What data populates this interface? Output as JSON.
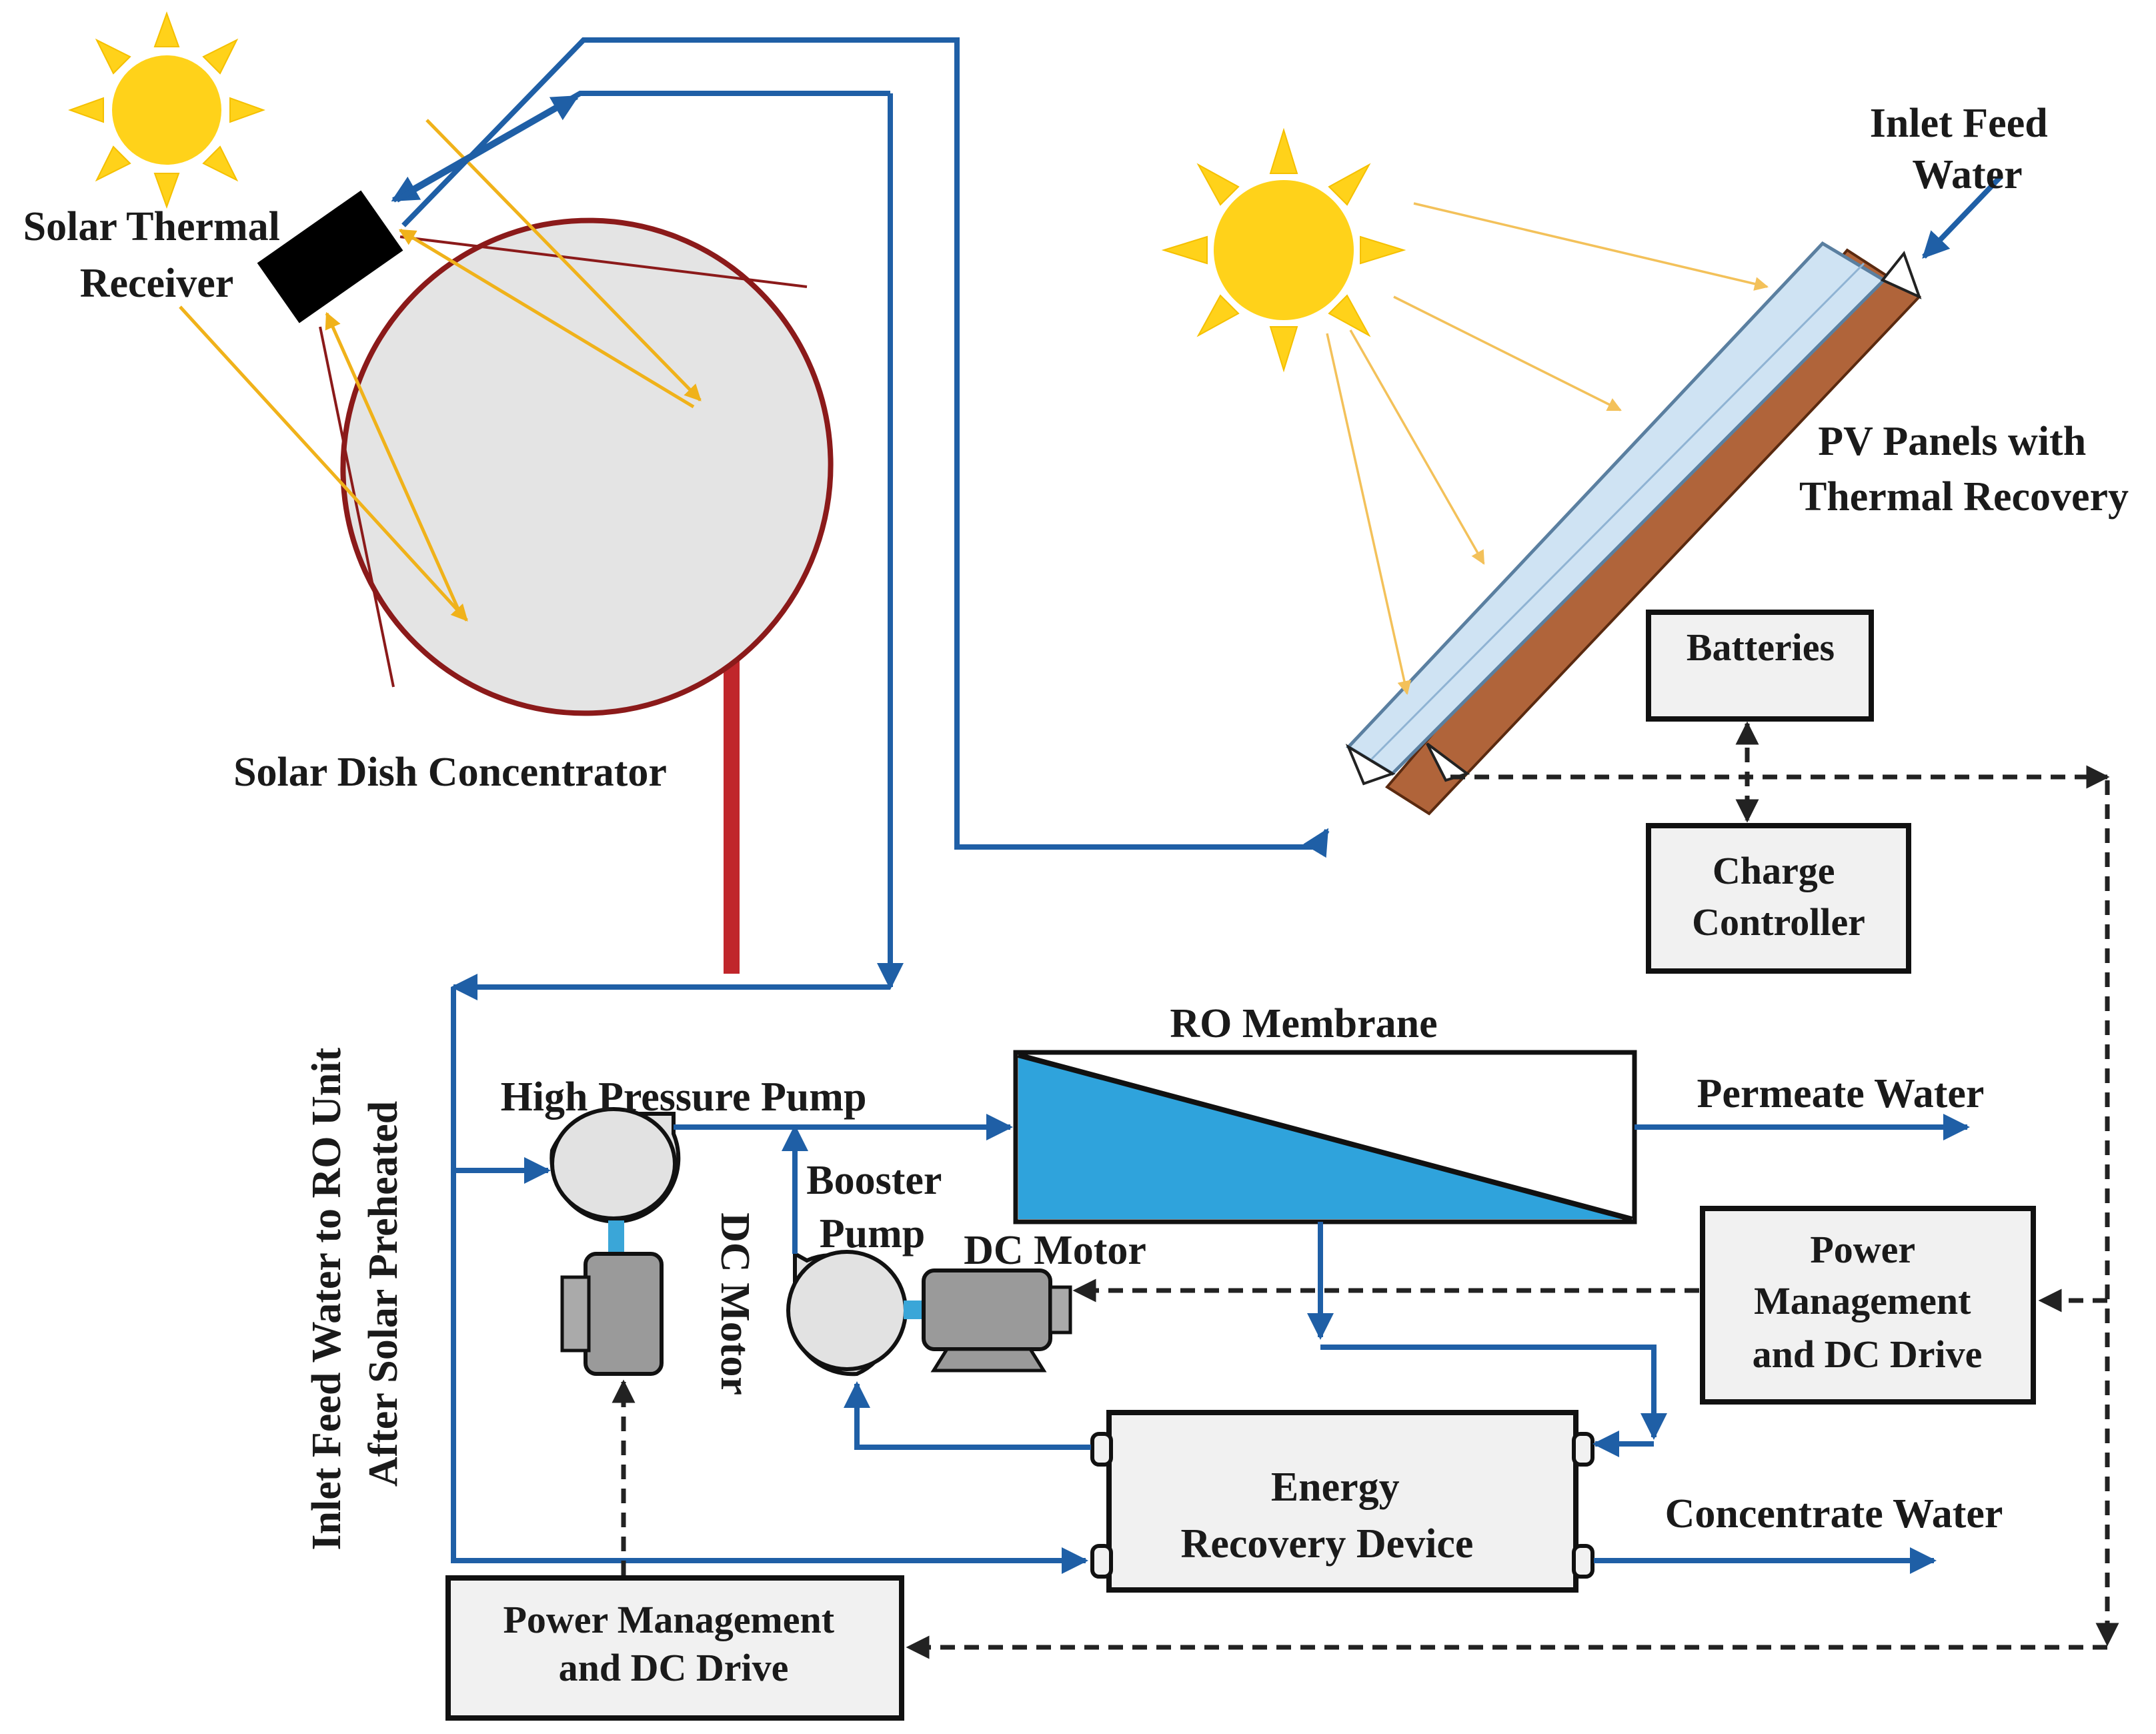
{
  "labels": {
    "solar_thermal_receiver": [
      "Solar Thermal",
      "Receiver"
    ],
    "solar_dish_concentrator": "Solar Dish  Concentrator",
    "inlet_feed_water": [
      "Inlet Feed",
      "Water"
    ],
    "pv_panels": [
      "PV Panels with",
      "Thermal  Recovery"
    ],
    "batteries": "Batteries",
    "charge_controller": [
      "Charge",
      "Controller"
    ],
    "ro_membrane": "RO Membrane",
    "high_pressure_pump": "High Pressure Pump",
    "booster_pump": [
      "Booster",
      "Pump"
    ],
    "dc_motor_booster": "DC Motor",
    "dc_motor_hp": "DC Motor",
    "permeate_water": "Permeate  Water",
    "power_mgmt_right": [
      "Power",
      "Management",
      "and DC Drive"
    ],
    "energy_recovery_device": [
      "Energy",
      "Recovery  Device"
    ],
    "concentrate_water": "Concentrate Water",
    "power_mgmt_bottom": [
      "Power Management",
      "and DC Drive"
    ],
    "inlet_ro_unit": [
      "Inlet Feed  Water to RO Unit",
      "After Solar Preheated"
    ]
  },
  "colors": {
    "water_flow": "#1f5fa6",
    "control_signal": "#222222",
    "sun": "#ffd21a",
    "sun_ray": "#f0b21a",
    "dish_outline": "#8b1a1a",
    "dish_fill": "#e4e4e4",
    "membrane_fill": "#2fa3dc",
    "pv_glass": "#cfe3f3",
    "pv_backing": "#b0643a",
    "component_box": "#f1f1f1"
  },
  "icons": [
    "sun-icon",
    "dish-icon",
    "receiver-icon",
    "pv-panel-icon",
    "pump-icon",
    "motor-icon"
  ]
}
